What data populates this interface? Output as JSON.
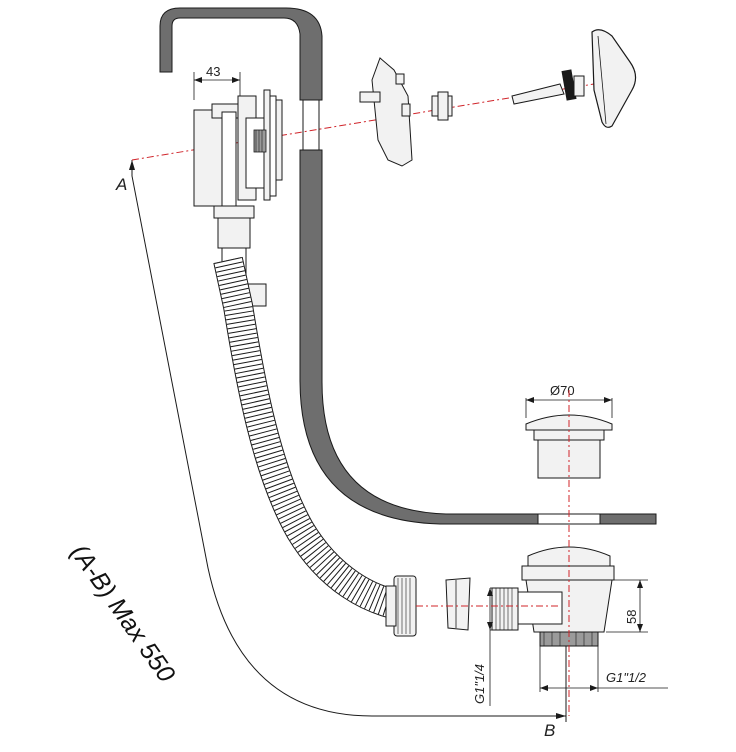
{
  "labels": {
    "point_a": "A",
    "point_b": "B",
    "max_length": "(A-B) Max 550",
    "overflow_width": "43",
    "waste_diameter": "Ø70",
    "waste_height": "58",
    "outlet_thread": "G1\"1/4",
    "waste_thread": "G1\"1/2"
  },
  "colors": {
    "line": "#1a1a1a",
    "centerline": "#d0242a",
    "tub": "#6e6e6e",
    "part_fill": "#f2f2f2",
    "hose_fill": "#ffffff"
  }
}
